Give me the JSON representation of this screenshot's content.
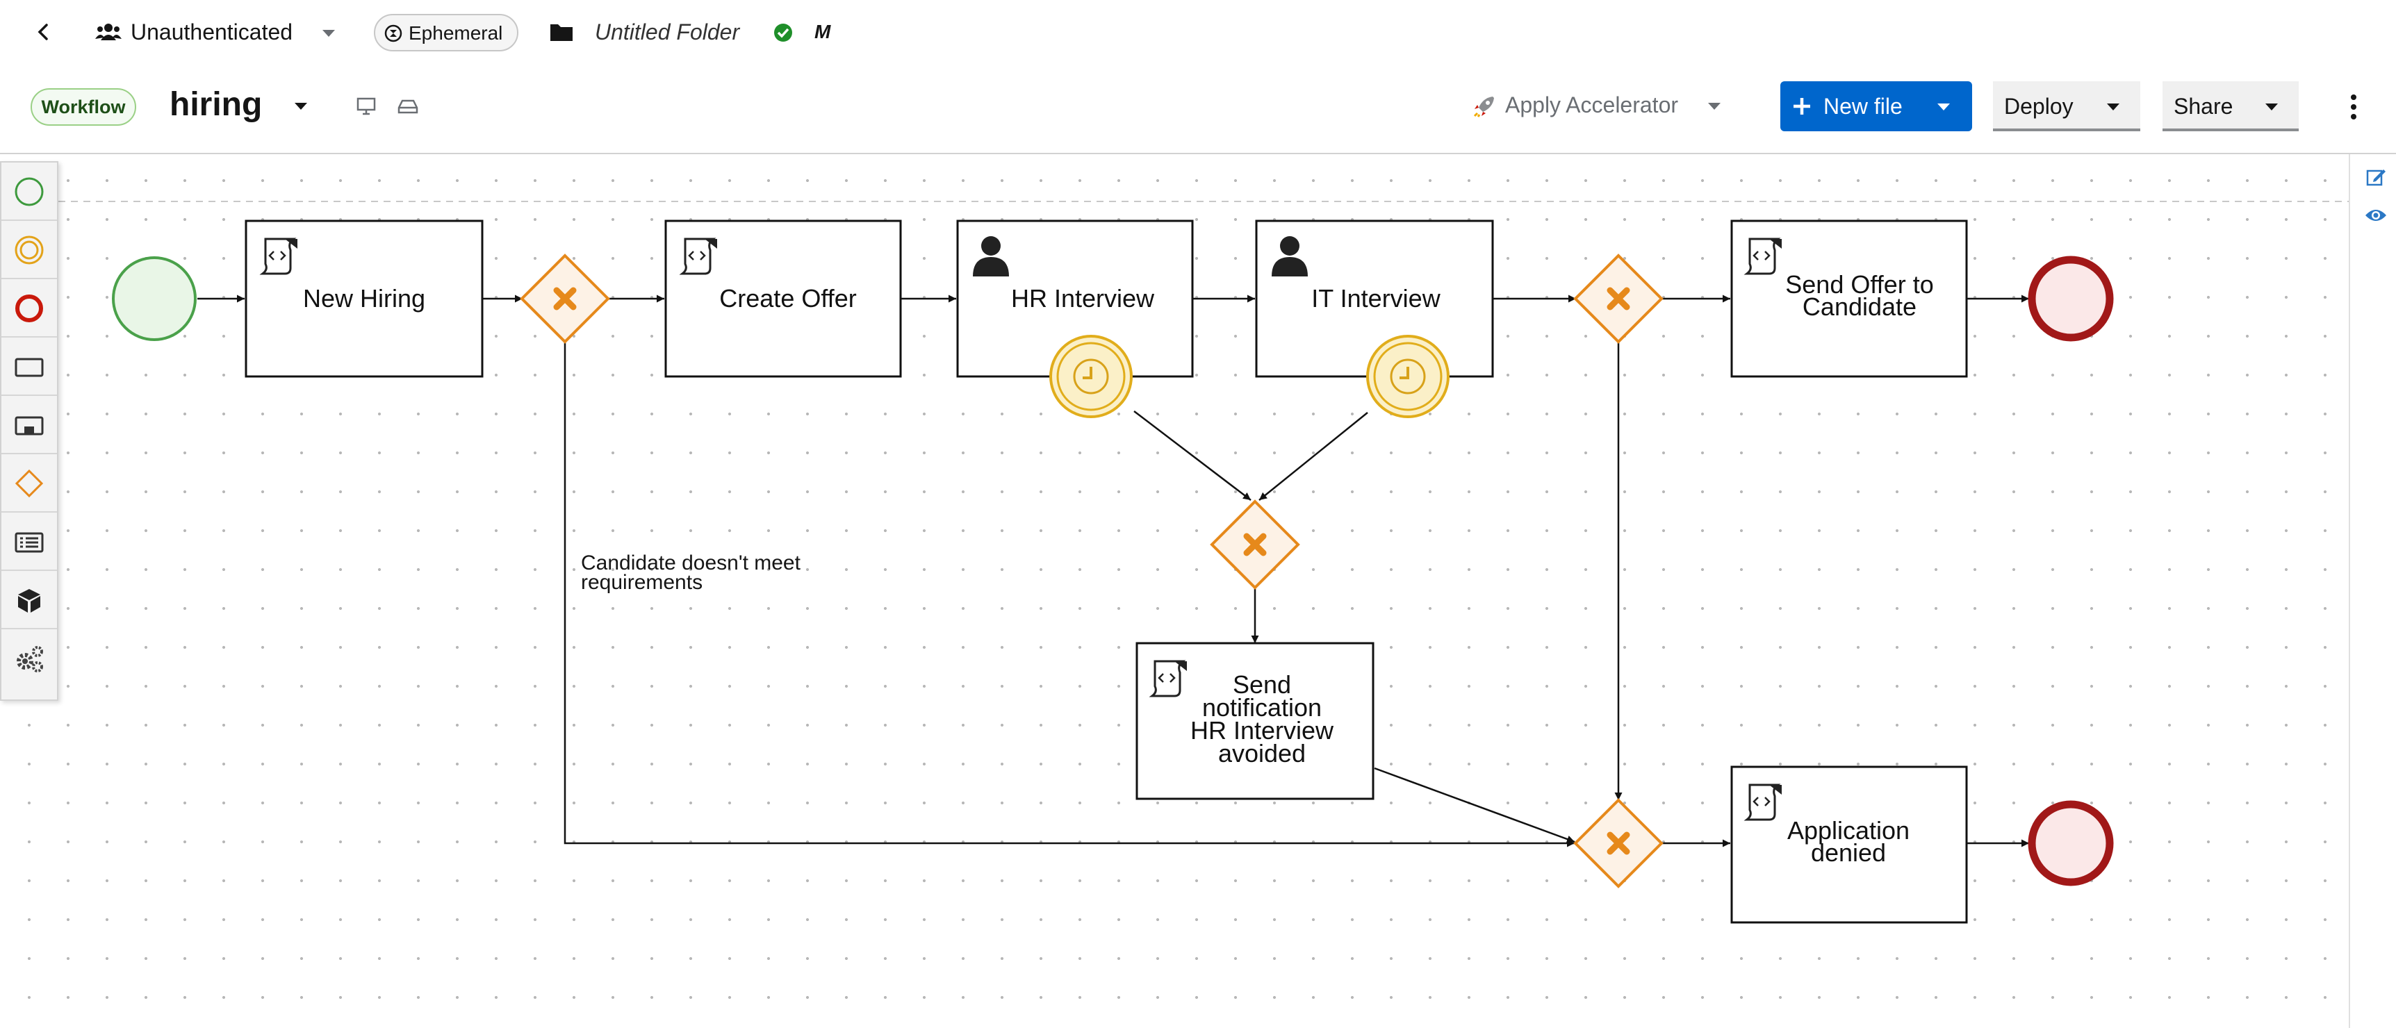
{
  "topbar": {
    "back_icon": "chevron-left-icon",
    "user_icon": "users-icon",
    "user_label": "Unauthenticated",
    "ephemeral_label": "Ephemeral",
    "folder_icon": "folder-icon",
    "folder_label": "Untitled Folder",
    "status_icon": "check-circle-icon",
    "status_mark": "M"
  },
  "header": {
    "type_badge": "Workflow",
    "file_name": "hiring",
    "accelerator_label": "Apply Accelerator",
    "new_file_label": "New file",
    "deploy_label": "Deploy",
    "share_label": "Share",
    "accent_color": "#0066cc"
  },
  "palette": {
    "items": [
      {
        "name": "start-event-icon"
      },
      {
        "name": "intermediate-event-icon"
      },
      {
        "name": "end-event-icon"
      },
      {
        "name": "task-icon"
      },
      {
        "name": "subprocess-icon"
      },
      {
        "name": "gateway-icon"
      },
      {
        "name": "lane-icon"
      },
      {
        "name": "data-object-icon"
      },
      {
        "name": "custom-tasks-icon"
      }
    ]
  },
  "right_panel": {
    "items": [
      {
        "name": "edit-properties-icon"
      },
      {
        "name": "preview-icon"
      }
    ]
  },
  "diagram": {
    "tasks": {
      "new_hiring": "New Hiring",
      "create_offer": "Create Offer",
      "hr_interview": "HR Interview",
      "it_interview": "IT Interview",
      "send_offer_1": "Send Offer to",
      "send_offer_2": "Candidate",
      "notif_1": "Send",
      "notif_2": "notification",
      "notif_3": "HR Interview",
      "notif_4": "avoided",
      "denied_1": "Application",
      "denied_2": "denied"
    },
    "flow_label_1": "Candidate doesn't meet",
    "flow_label_2": "requirements",
    "colors": {
      "start_stroke": "#4aa14a",
      "start_fill": "#e9f6e7",
      "end_stroke": "#a11818",
      "end_fill": "#fbe8e8",
      "gateway_stroke": "#e6891b",
      "gateway_fill": "#fdf2e6",
      "timer_stroke": "#e1ad1b",
      "timer_fill": "#fbf0c8"
    }
  }
}
